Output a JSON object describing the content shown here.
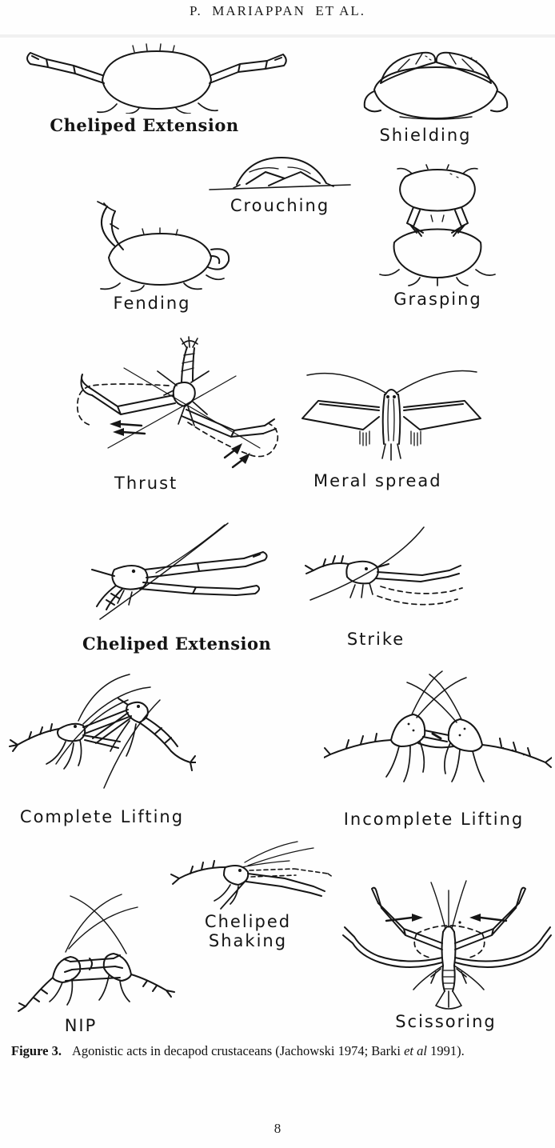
{
  "page": {
    "running_head": "P.  MARIAPPAN  ET AL.",
    "page_number": "8"
  },
  "caption": {
    "label": "Figure 3.",
    "before_italic": "Agonistic acts in decapod crustaceans (Jachowski 1974; Barki ",
    "italic": "et al",
    "after_italic": " 1991)."
  },
  "figure": {
    "panels": [
      {
        "label": "Cheliped Extension",
        "drawing": "crab-cheliped-extension-drawing",
        "animal": "crab"
      },
      {
        "label": "Shielding",
        "drawing": "crab-shielding-drawing",
        "animal": "crab"
      },
      {
        "label": "Crouching",
        "drawing": "crab-crouching-drawing",
        "animal": "crab"
      },
      {
        "label": "Fending",
        "drawing": "crab-fending-drawing",
        "animal": "crab"
      },
      {
        "label": "Grasping",
        "drawing": "crabs-grasping-drawing",
        "animal": "crab"
      },
      {
        "label": "Thrust",
        "drawing": "shrimp-thrust-drawing",
        "animal": "shrimp"
      },
      {
        "label": "Meral spread",
        "drawing": "shrimp-meral-spread-drawing",
        "animal": "shrimp"
      },
      {
        "label": "Cheliped Extension",
        "drawing": "shrimp-cheliped-extension-drawing",
        "animal": "shrimp"
      },
      {
        "label": "Strike",
        "drawing": "shrimp-strike-drawing",
        "animal": "shrimp"
      },
      {
        "label": "Complete Lifting",
        "drawing": "shrimps-complete-lifting-drawing",
        "animal": "shrimp"
      },
      {
        "label": "Incomplete Lifting",
        "drawing": "shrimps-incomplete-lifting-drawing",
        "animal": "shrimp"
      },
      {
        "label": "Cheliped Shaking",
        "drawing": "shrimp-cheliped-shaking-drawing",
        "animal": "shrimp"
      },
      {
        "label": "NIP",
        "drawing": "shrimps-nip-drawing",
        "animal": "shrimp"
      },
      {
        "label": "Scissoring",
        "drawing": "shrimp-scissoring-drawing",
        "animal": "shrimp"
      }
    ]
  }
}
